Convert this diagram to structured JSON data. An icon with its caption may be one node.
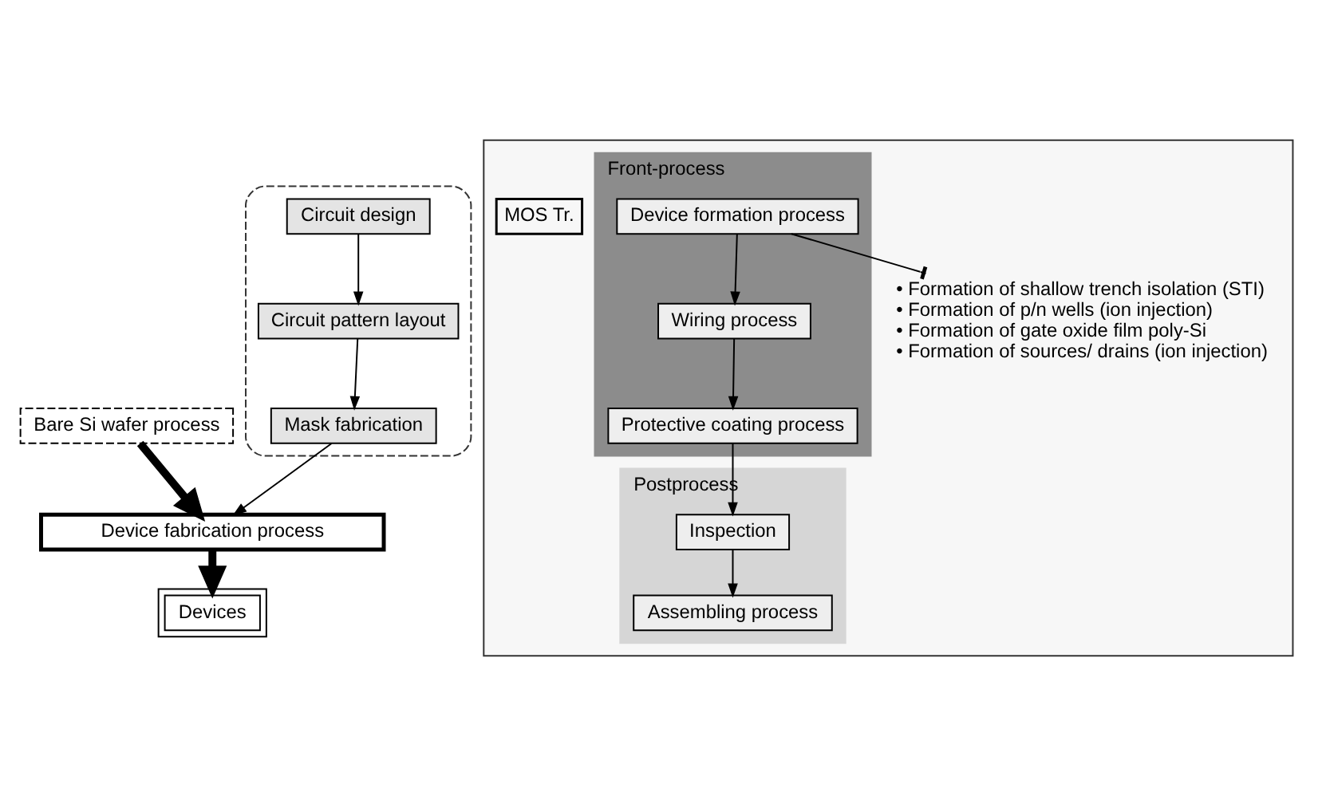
{
  "diagram": {
    "nodes": [
      {
        "text": [
          "Bare Si wafer process"
        ]
      },
      {
        "text": [],
        "shape": "box"
      },
      {
        "text": [
          "Circuit design"
        ],
        "in": 1
      },
      {
        "text": [
          "Circuit pattern layout"
        ],
        "in": 1
      },
      {
        "text": [
          "Mask fabrication"
        ],
        "in": 1
      },
      {
        "text": [
          "Device fabrication process"
        ]
      },
      {
        "text": [],
        "shape": "box"
      },
      {
        "text": [
          "Front-process"
        ],
        "in": 6
      },
      {
        "text": [
          "Device formation process"
        ],
        "in": 7
      },
      {
        "text": [
          "Wiring process"
        ],
        "in": 7
      },
      {
        "text": [
          "Protective coating process"
        ],
        "in": 7
      },
      {
        "text": [
          "Postprocess"
        ],
        "in": 6
      },
      {
        "text": [
          "Inspection"
        ],
        "in": 11
      },
      {
        "text": [
          "Assembling process"
        ],
        "in": 11
      },
      {
        "text": [
          "MOS Tr."
        ],
        "in": 6
      },
      {
        "text": [
          "• Formation of shallow trench isolation (STI)",
          "• Formation of p/n wells (ion injection)",
          "• Formation of gate oxide film poly-Si",
          "• Formation of sources/ drains (ion injection)"
        ],
        "in": 6
      },
      {
        "text": [
          "Devices"
        ]
      }
    ],
    "edges": [
      {
        "from": 2,
        "to": 3,
        "arrow": "to"
      },
      {
        "from": 3,
        "to": 4,
        "arrow": "to"
      },
      {
        "from": 4,
        "to": 5,
        "arrow": "to"
      },
      {
        "from": 0,
        "to": 5,
        "arrow": "to",
        "style": "thick"
      },
      {
        "from": 8,
        "to": 9,
        "arrow": "to"
      },
      {
        "from": 9,
        "to": 10,
        "arrow": "to"
      },
      {
        "from": 10,
        "to": 12,
        "arrow": "to"
      },
      {
        "from": 12,
        "to": 13,
        "arrow": "to"
      },
      {
        "from": 8,
        "to": 15,
        "arrow": "other"
      },
      {
        "from": 5,
        "to": 16,
        "arrow": "to",
        "style": "thick"
      }
    ]
  }
}
